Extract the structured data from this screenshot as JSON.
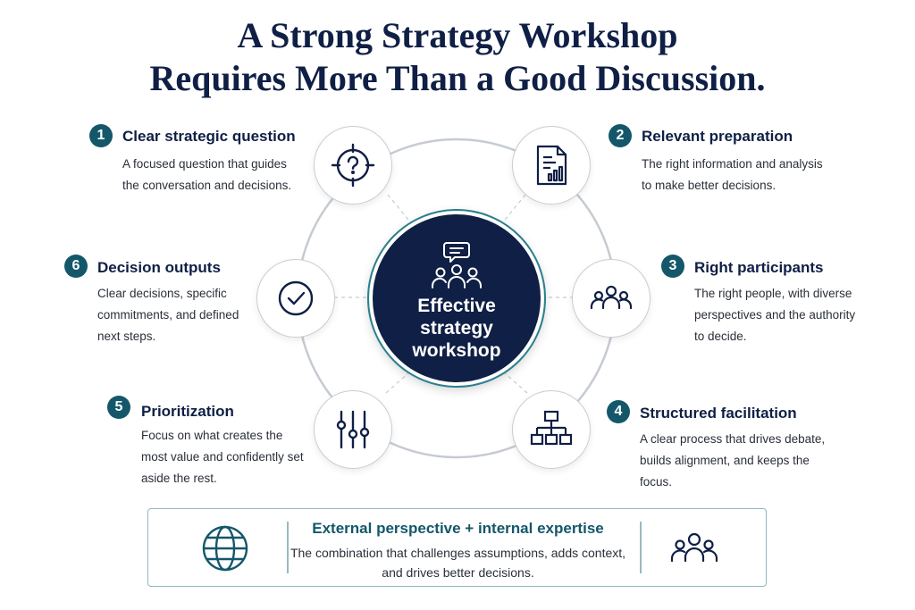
{
  "title": {
    "line1": "A Strong Strategy Workshop",
    "line2": "Requires More Than a Good Discussion."
  },
  "center": {
    "label": "Effective strategy workshop",
    "icon": "presentation-group-icon"
  },
  "items": [
    {
      "number": "1",
      "title": "Clear strategic question",
      "description": "A focused question that guides the conversation and decisions.",
      "icon": "target-question-icon"
    },
    {
      "number": "2",
      "title": "Relevant preparation",
      "description": "The right information and analysis to make better decisions.",
      "icon": "document-chart-icon"
    },
    {
      "number": "3",
      "title": "Right participants",
      "description": "The right people, with diverse perspectives and the authority to decide.",
      "icon": "people-group-icon"
    },
    {
      "number": "4",
      "title": "Structured facilitation",
      "description": "A clear process that drives debate, builds alignment, and keeps the focus.",
      "icon": "org-chart-icon"
    },
    {
      "number": "5",
      "title": "Prioritization",
      "description": "Focus on what creates the most value and confidently set aside the rest.",
      "icon": "sliders-icon"
    },
    {
      "number": "6",
      "title": "Decision outputs",
      "description": "Clear decisions, specific commitments, and defined next steps.",
      "icon": "check-circle-icon"
    }
  ],
  "bottom": {
    "title": "External perspective + internal expertise",
    "description": "The combination that challenges assumptions, adds context, and drives better decisions.",
    "left_icon": "globe-icon",
    "right_icon": "people-group-icon"
  },
  "colors": {
    "navy": "#0f1f45",
    "teal": "#14576a",
    "ring": "#c9cdd3"
  }
}
